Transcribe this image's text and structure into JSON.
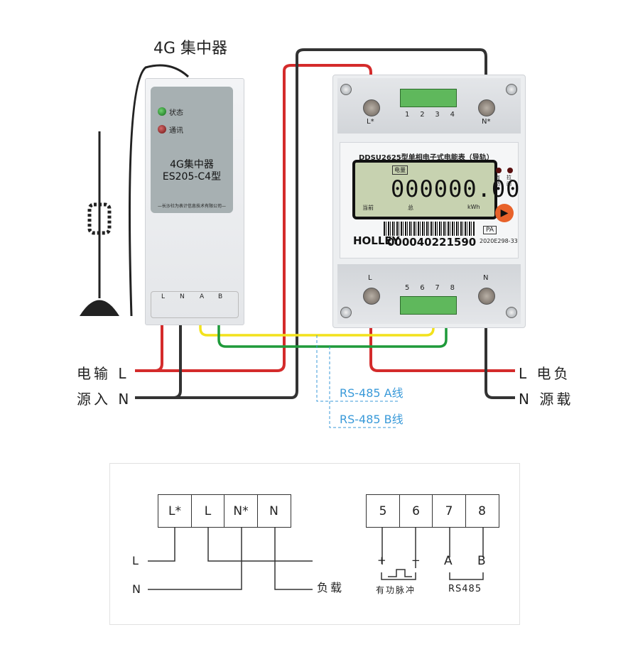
{
  "title": "4G 集中器",
  "concentrator": {
    "status_led_label": "状态",
    "comm_led_label": "通讯",
    "model_line1": "4G集中器",
    "model_line2": "ES205-C4型",
    "company": "—长沙社为表计信息技术有限公司—",
    "terminals": [
      "L",
      "N",
      "A",
      "B"
    ],
    "colors": {
      "status_led": "#1f8a2a",
      "comm_led": "#8b1a1a"
    }
  },
  "meter": {
    "model_title": "DDSU2625型单相电子式电能表（导轨）",
    "lcd_tag": "电量",
    "reading": "000000.00",
    "lcd_left": "当前",
    "lcd_mid": "总",
    "lcd_unit": "kWh",
    "indicator_active": "有功",
    "indicator_trip": "拉闸",
    "brand": "HOLLEY",
    "serial": "000040221590",
    "cert": "PA",
    "cert_no": "2020E298-33",
    "top_terminals": [
      "1",
      "2",
      "3",
      "4"
    ],
    "top_L": "L*",
    "top_N": "N*",
    "bottom_terminals": [
      "5",
      "6",
      "7",
      "8"
    ],
    "bottom_L": "L",
    "bottom_N": "N"
  },
  "wiring": {
    "left_top": "电输 L",
    "left_bottom": "源入 N",
    "right_top": "L 电负",
    "right_bottom": "N 源载",
    "rs485_a": "RS-485 A线",
    "rs485_b": "RS-485 B线",
    "colors": {
      "live": "#d42b2b",
      "neutral": "#333333",
      "rs485_a": "#f2e21c",
      "rs485_b": "#1e9a3a",
      "leader": "#3a9ad9"
    }
  },
  "schematic": {
    "power_terminals": [
      "L*",
      "L",
      "N*",
      "N"
    ],
    "power_in_L": "L",
    "power_in_N": "N",
    "load_label": "负载",
    "signal_terminals": [
      "5",
      "6",
      "7",
      "8"
    ],
    "plus": "+",
    "minus": "−",
    "A": "A",
    "B": "B",
    "pulse_label": "有功脉冲",
    "rs485_label": "RS485"
  }
}
